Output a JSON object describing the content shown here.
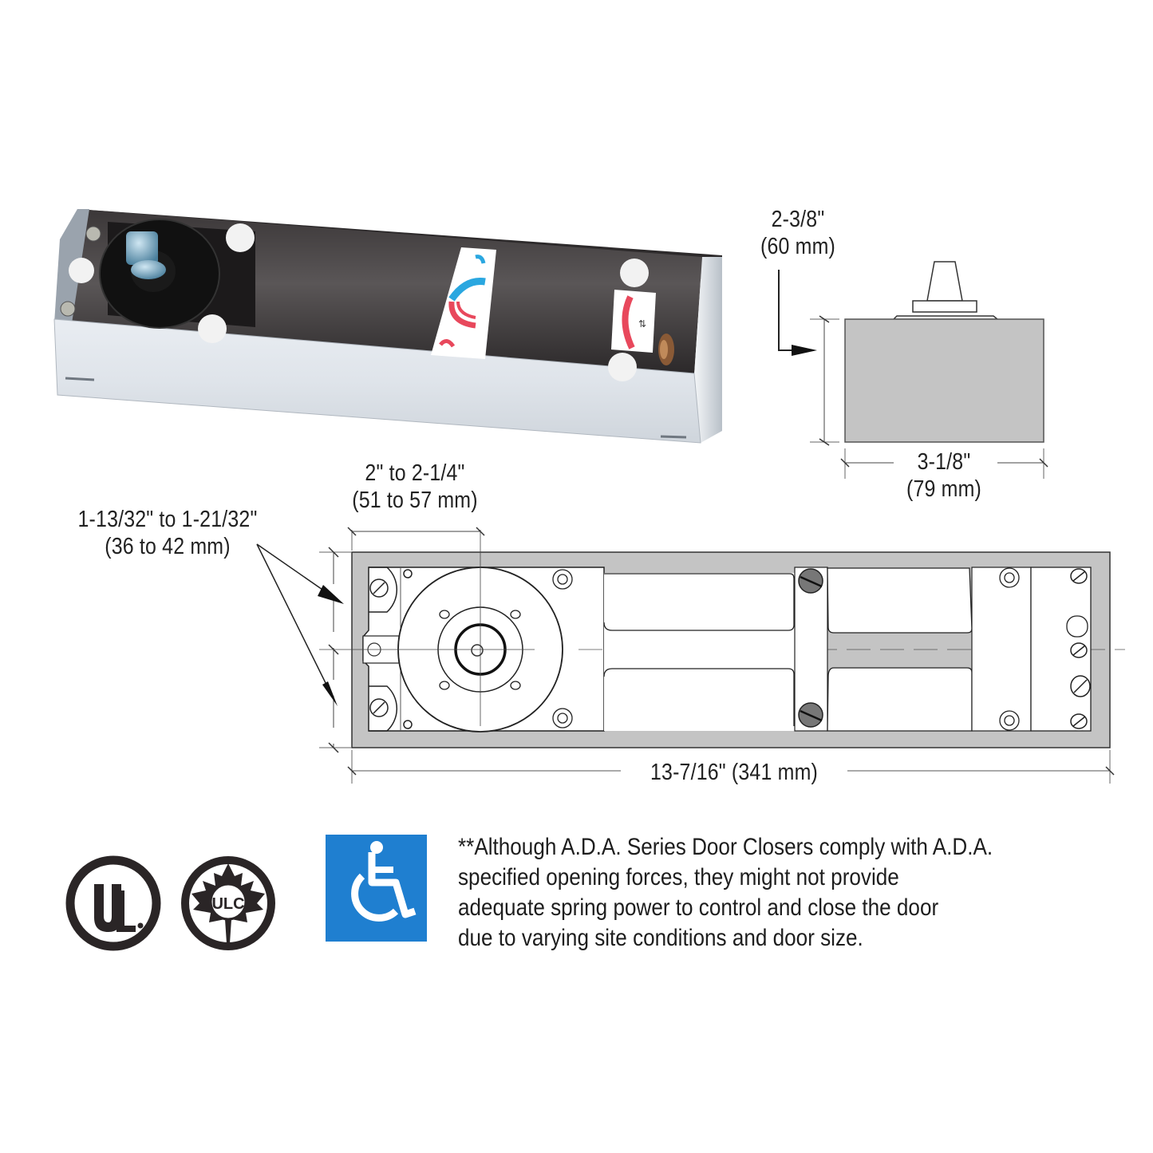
{
  "product_photo": {
    "description": "Floor spring door closer in stainless steel cement case",
    "label_left_colors": [
      "#2aa7e0",
      "#e8485c"
    ],
    "label_right_color": "#e8485c"
  },
  "end_view": {
    "height_dimension": {
      "imperial": "2-3/8\"",
      "metric": "(60 mm)"
    },
    "width_dimension": {
      "imperial": "3-1/8\"",
      "metric": "(79 mm)"
    }
  },
  "top_view": {
    "spindle_offset_dimension": {
      "imperial": "2\" to 2-1/4\"",
      "metric": "(51 to 57 mm)"
    },
    "spindle_to_edge_dimension": {
      "imperial": "1-13/32\" to 1-21/32\"",
      "metric": "(36 to 42 mm)"
    },
    "length_dimension": {
      "text": "13-7/16\" (341 mm)"
    }
  },
  "certifications": [
    {
      "icon": "ul-listed-icon",
      "text": "UL"
    },
    {
      "icon": "ulc-listed-icon",
      "text": "ULC"
    },
    {
      "icon": "accessibility-wheelchair-icon",
      "color": "#1f7fd0"
    }
  ],
  "ada_note": {
    "lines": [
      "**Although A.D.A. Series Door Closers comply with A.D.A.",
      "specified opening forces, they might not provide",
      "adequate spring power to control and close the door",
      "due to varying site conditions and door size."
    ]
  },
  "colors": {
    "case_gray": "#c4c4c4",
    "line": "#2a2a2a",
    "ada_blue": "#1f7fd0"
  }
}
